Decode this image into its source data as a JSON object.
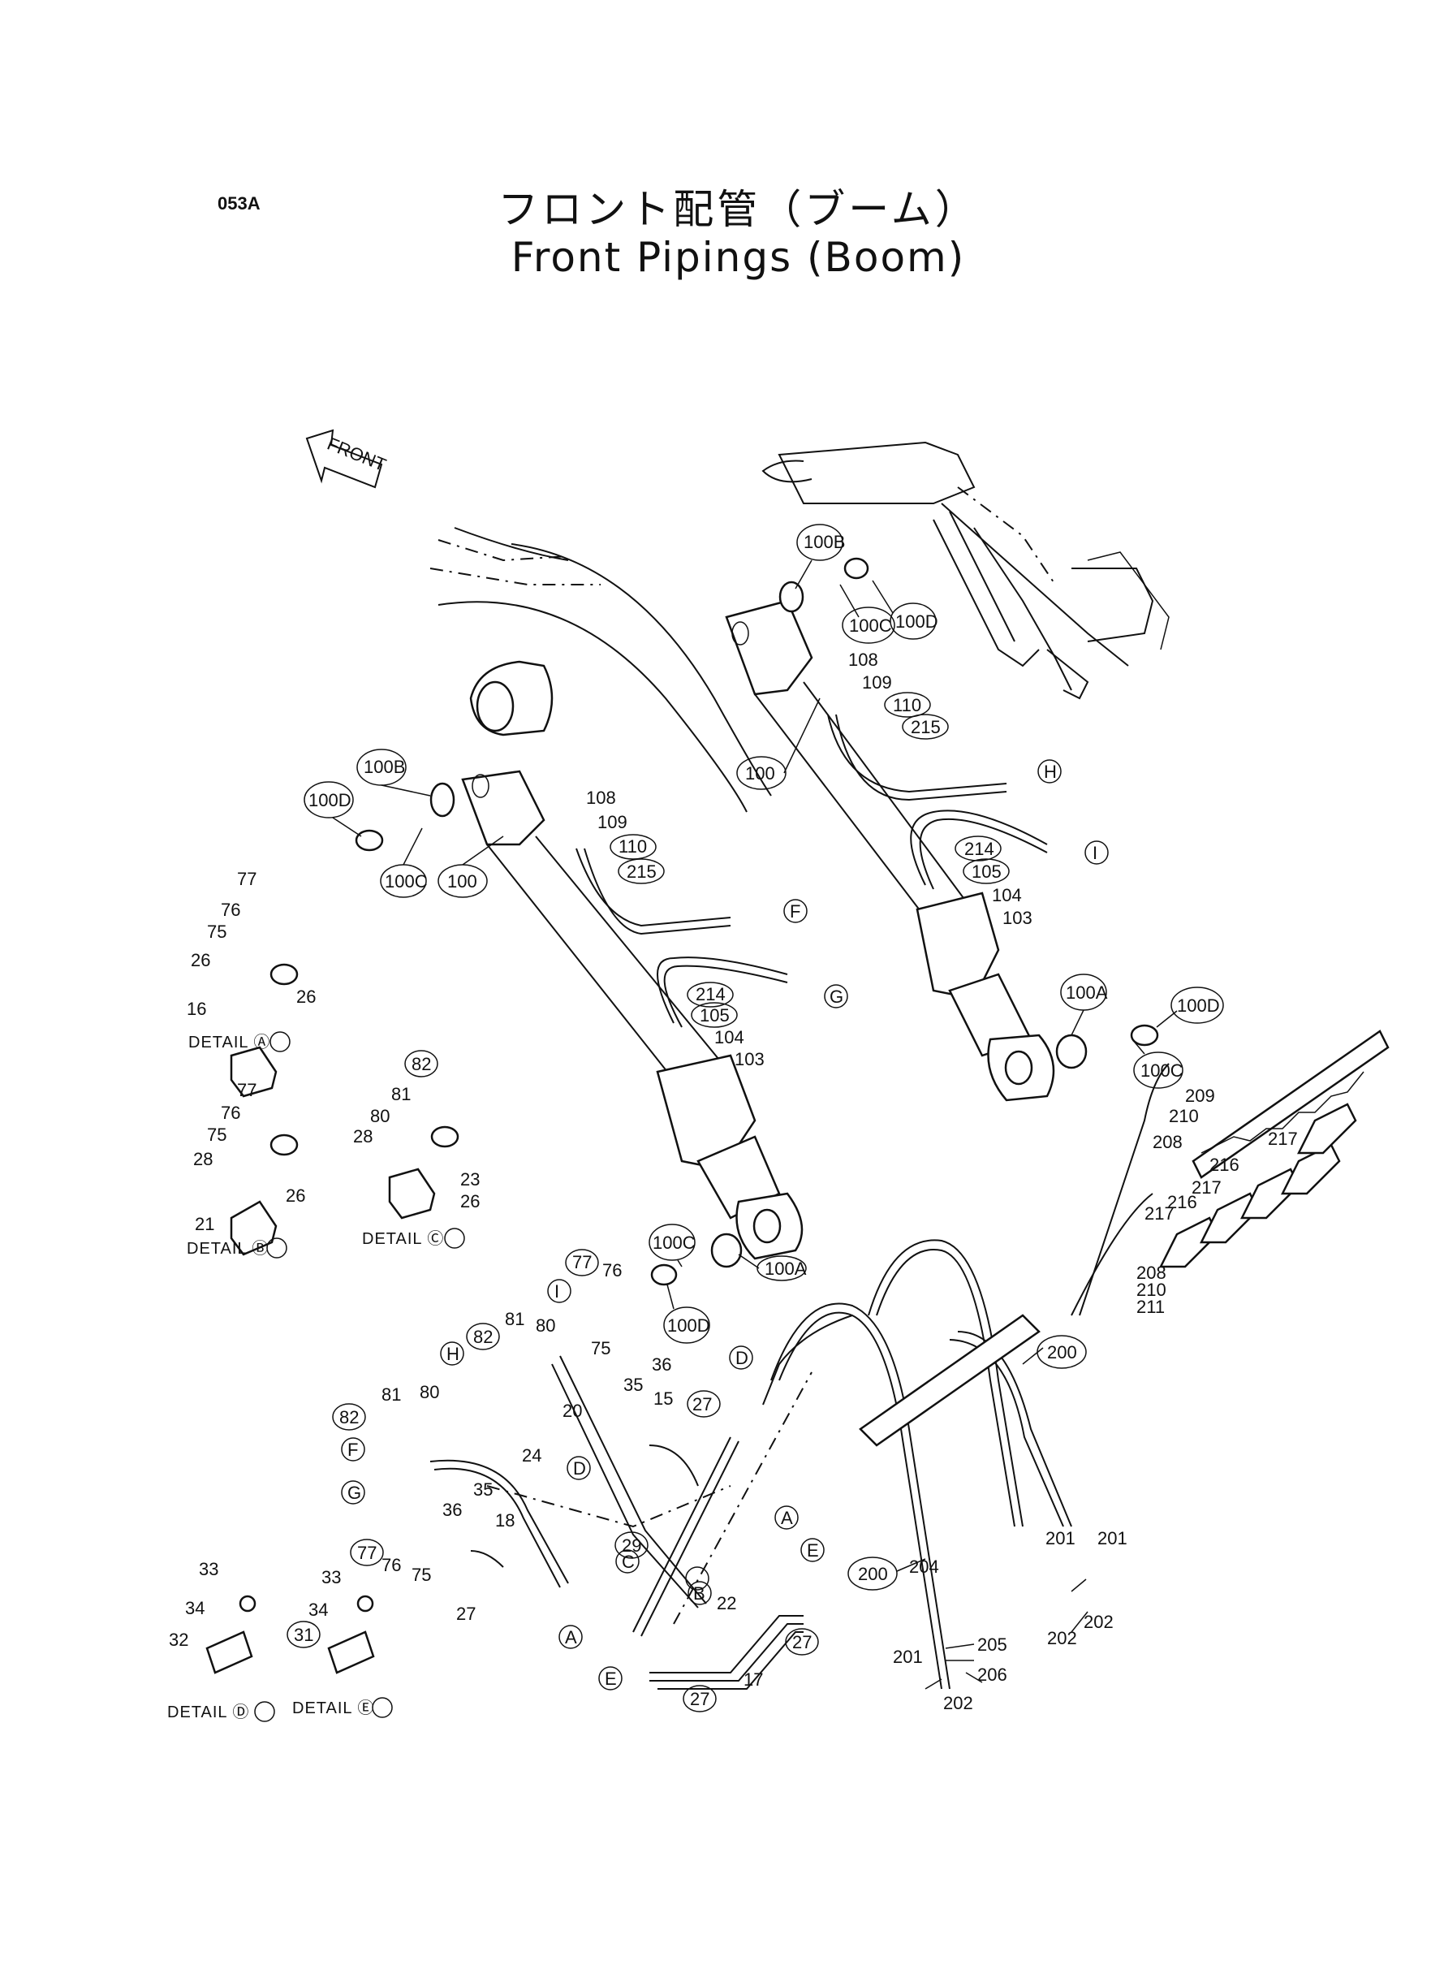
{
  "header": {
    "page_code": "053A",
    "title_jp": "フロント配管（ブーム）",
    "title_en": "Front Pipings (Boom)"
  },
  "direction_label": "FRONT",
  "details": [
    "DETAIL Ⓐ",
    "DETAIL Ⓑ",
    "DETAIL Ⓒ",
    "DETAIL Ⓓ",
    "DETAIL Ⓔ"
  ],
  "connection_letters": [
    "A",
    "B",
    "C",
    "D",
    "E",
    "F",
    "G",
    "H",
    "I"
  ],
  "callouts": {
    "c100": "100",
    "c100A": "100A",
    "c100B": "100B",
    "c100C": "100C",
    "c100D": "100D",
    "c103": "103",
    "c104": "104",
    "c105": "105",
    "c108": "108",
    "c109": "109",
    "c110": "110",
    "c200": "200",
    "c201": "201",
    "c202": "202",
    "c204": "204",
    "c205": "205",
    "c206": "206",
    "c208": "208",
    "c209": "209",
    "c210": "210",
    "c211": "211",
    "c214": "214",
    "c215": "215",
    "c216": "216",
    "c217": "217",
    "c15": "15",
    "c16": "16",
    "c17": "17",
    "c18": "18",
    "c20": "20",
    "c21": "21",
    "c22": "22",
    "c23": "23",
    "c24": "24",
    "c26": "26",
    "c27": "27",
    "c28": "28",
    "c29": "29",
    "c31": "31",
    "c32": "32",
    "c33": "33",
    "c34": "34",
    "c35": "35",
    "c36": "36",
    "c75": "75",
    "c76": "76",
    "c77": "77",
    "c80": "80",
    "c81": "81",
    "c82": "82"
  }
}
